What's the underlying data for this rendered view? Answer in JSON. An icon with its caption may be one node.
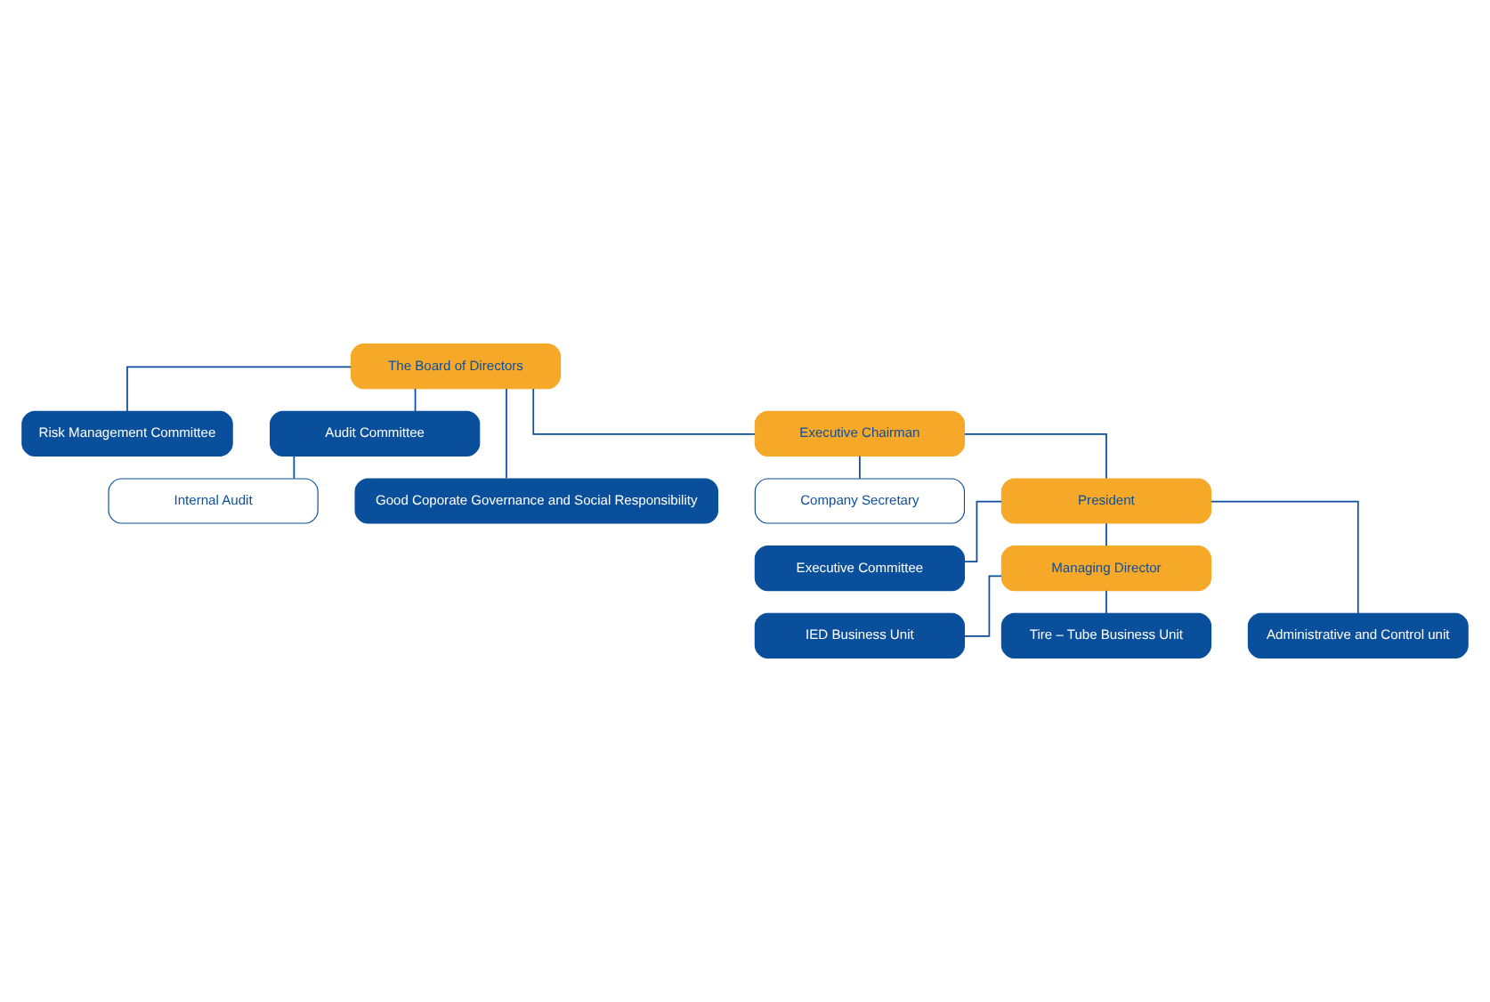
{
  "diagram": {
    "nodes": [
      {
        "text": [
          "The Board of Directors"
        ]
      },
      {
        "text": [
          "Risk Management Committee"
        ]
      },
      {
        "text": [
          "Audit Committee"
        ]
      },
      {
        "text": [
          "Good Coporate Governance and Social Responsibility"
        ]
      },
      {
        "text": [
          "Internal Audit"
        ]
      },
      {
        "text": [
          "Executive Chairman"
        ]
      },
      {
        "text": [
          "Company Secretary"
        ]
      },
      {
        "text": [
          "President"
        ]
      },
      {
        "text": [
          "Executive Committee"
        ]
      },
      {
        "text": [
          "Managing Director"
        ]
      },
      {
        "text": [
          "IED Business Unit"
        ]
      },
      {
        "text": [
          "Tire – Tube Business Unit"
        ]
      },
      {
        "text": [
          "Administrative and Control unit"
        ]
      }
    ],
    "edges": [
      {
        "from": 0,
        "to": 1,
        "arrow": "none"
      },
      {
        "from": 0,
        "to": 3,
        "arrow": "none"
      },
      {
        "from": 0,
        "to": 2,
        "arrow": "none"
      },
      {
        "from": 0,
        "to": 5,
        "arrow": "none"
      },
      {
        "from": 2,
        "to": 4,
        "arrow": "none"
      },
      {
        "from": 5,
        "to": 6,
        "arrow": "none"
      },
      {
        "from": 5,
        "to": 7,
        "arrow": "none"
      },
      {
        "from": 7,
        "to": 8,
        "arrow": "none"
      },
      {
        "from": 7,
        "to": 12,
        "arrow": "none"
      },
      {
        "from": 7,
        "to": 9,
        "arrow": "none"
      },
      {
        "from": 9,
        "to": 10,
        "arrow": "none"
      },
      {
        "from": 9,
        "to": 11,
        "arrow": "none"
      }
    ]
  }
}
